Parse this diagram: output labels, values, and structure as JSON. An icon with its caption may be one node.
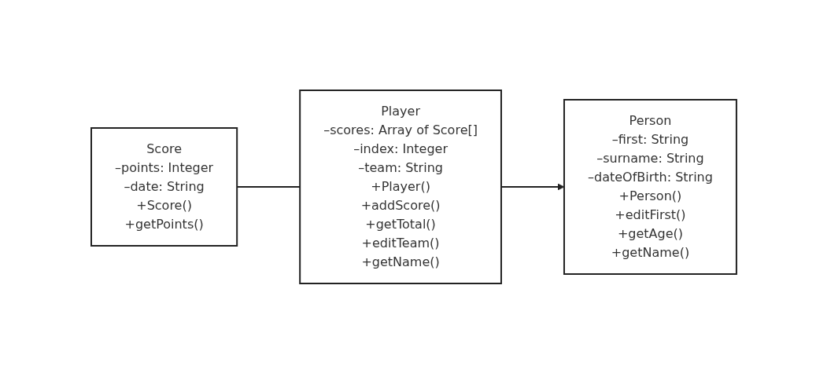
{
  "diagram": {
    "nodes": [
      {
        "text": [
          "Score",
          "–points: Integer",
          "–date: String",
          "+Score()",
          "+getPoints()"
        ]
      },
      {
        "text": [
          "Player",
          "–scores: Array of Score[]",
          "–index: Integer",
          "–team: String",
          "+Player()",
          "+addScore()",
          "+getTotal()",
          "+editTeam()",
          "+getName()"
        ]
      },
      {
        "text": [
          "Person",
          "–first: String",
          "–surname: String",
          "–dateOfBirth: String",
          "+Person()",
          "+editFirst()",
          "+getAge()",
          "+getName()"
        ]
      }
    ],
    "edges": [
      {
        "from": 0,
        "to": 1,
        "arrow": "none"
      },
      {
        "from": 1,
        "to": 2,
        "arrow": "to"
      }
    ]
  }
}
